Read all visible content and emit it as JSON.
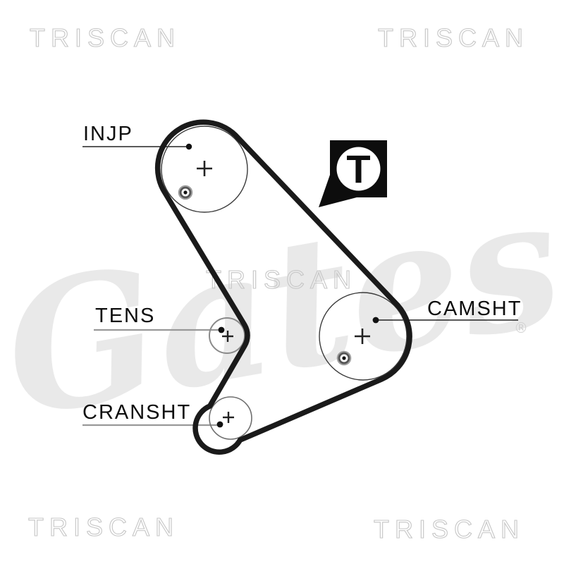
{
  "image": {
    "kind": "timing-belt-routing-diagram",
    "background": "#ffffff"
  },
  "watermarks": {
    "brand": "TRISCAN",
    "logo": "Gates",
    "registered": "®"
  },
  "pulleys": {
    "injp": {
      "label": "INJP"
    },
    "tens": {
      "label": "TENS"
    },
    "cransht": {
      "label": "CRANSHT"
    },
    "camsht": {
      "label": "CAMSHT"
    }
  },
  "marker": {
    "symbol": "T"
  },
  "colors": {
    "belt": "#1a1a1a",
    "label_text": "#0d0d0d",
    "leader_dark": "#222222",
    "leader_gray": "#999999",
    "pulley_outline_dark": "#3a3a3a",
    "pulley_outline_gray": "#8a8a8a",
    "watermark_outline": "#c6c6c6",
    "logo_watermark": "#e9e9e9",
    "badge_background": "#0d0d0d",
    "badge_circle": "#ffffff"
  }
}
